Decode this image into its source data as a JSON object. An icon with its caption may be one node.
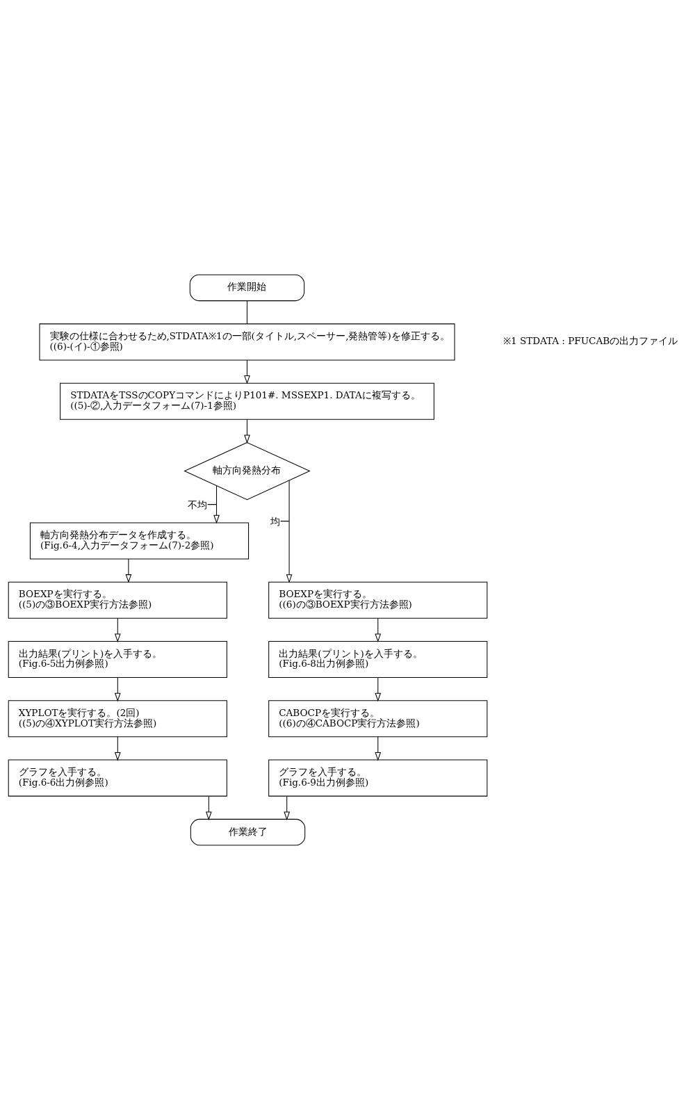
{
  "diagram": {
    "nodes": [
      {
        "text": [
          "作業開始"
        ]
      },
      {
        "text": [
          "実験の仕様に合わせるため,STDATA※1の一部(タイトル,スペーサー,発熱管等)を修正する。",
          "((6)-(イ)-①参照)"
        ]
      },
      {
        "text": [
          "STDATAをTSSのCOPYコマンドによりP101#. MSSEXP1. DATAに複写する。",
          "((5)-②,入力データフォーム(7)-1参照)"
        ]
      },
      {
        "text": [
          "軸方向発熱分布"
        ]
      },
      {
        "text": [
          "軸方向発熱分布データを作成する。",
          "(Fig.6-4,入力データフォーム(7)-2参照)"
        ]
      },
      {
        "text": [
          "BOEXPを実行する。",
          "((5)の③BOEXP実行方法参照)"
        ]
      },
      {
        "text": [
          "出力結果(プリント)を入手する。",
          "(Fig.6-5出力例参照)"
        ]
      },
      {
        "text": [
          "XYPLOTを実行する。(2回)",
          "((5)の④XYPLOT実行方法参照)"
        ]
      },
      {
        "text": [
          "グラフを入手する。",
          "(Fig.6-6出力例参照)"
        ]
      },
      {
        "text": [
          "BOEXPを実行する。",
          "((6)の③BOEXP実行方法参照)"
        ]
      },
      {
        "text": [
          "出力結果(プリント)を入手する。",
          "(Fig.6-8出力例参照)"
        ]
      },
      {
        "text": [
          "CABOCPを実行する。",
          "((6)の④CABOCP実行方法参照)"
        ]
      },
      {
        "text": [
          "グラフを入手する。",
          "(Fig.6-9出力例参照)"
        ]
      },
      {
        "text": [
          "作業終了"
        ]
      }
    ],
    "edges": [
      {
        "from": 0,
        "to": 1,
        "arrow": "none"
      },
      {
        "from": 1,
        "to": 2,
        "arrow": "to"
      },
      {
        "from": 2,
        "to": 3,
        "arrow": "to"
      },
      {
        "from": 3,
        "to": 4,
        "arrow": "to",
        "label": "不均一"
      },
      {
        "from": 3,
        "to": 9,
        "arrow": "to",
        "label": "均一"
      },
      {
        "from": 4,
        "to": 5,
        "arrow": "to"
      },
      {
        "from": 5,
        "to": 6,
        "arrow": "to"
      },
      {
        "from": 6,
        "to": 7,
        "arrow": "to"
      },
      {
        "from": 7,
        "to": 8,
        "arrow": "to"
      },
      {
        "from": 8,
        "to": 13,
        "arrow": "to"
      },
      {
        "from": 9,
        "to": 10,
        "arrow": "to"
      },
      {
        "from": 10,
        "to": 11,
        "arrow": "to"
      },
      {
        "from": 11,
        "to": 12,
        "arrow": "to"
      },
      {
        "from": 12,
        "to": 13,
        "arrow": "to"
      }
    ],
    "labels": [
      "※1 STDATA : PFUCABの出力ファイル"
    ]
  }
}
